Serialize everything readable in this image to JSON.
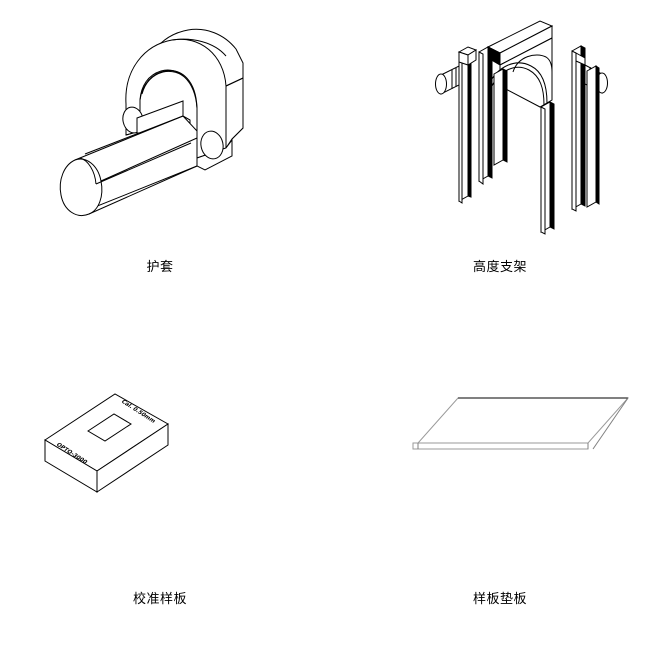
{
  "sheet": {
    "background_color": "#ffffff",
    "line_color": "#000000",
    "accent_color": "#808080",
    "parts": [
      {
        "id": "sheath",
        "caption": "护套",
        "figure_name": "sheath-isometric-drawing"
      },
      {
        "id": "height-bracket",
        "caption": "高度支架",
        "figure_name": "height-bracket-isometric-drawing"
      },
      {
        "id": "calibration-template",
        "caption": "校准样板",
        "figure_name": "calibration-template-isometric-drawing",
        "engraved_marks": [
          "Cal. 0.50mm",
          "OPTO-3000"
        ]
      },
      {
        "id": "template-backing-plate",
        "caption": "样板垫板",
        "figure_name": "template-backing-plate-isometric-drawing"
      }
    ]
  }
}
